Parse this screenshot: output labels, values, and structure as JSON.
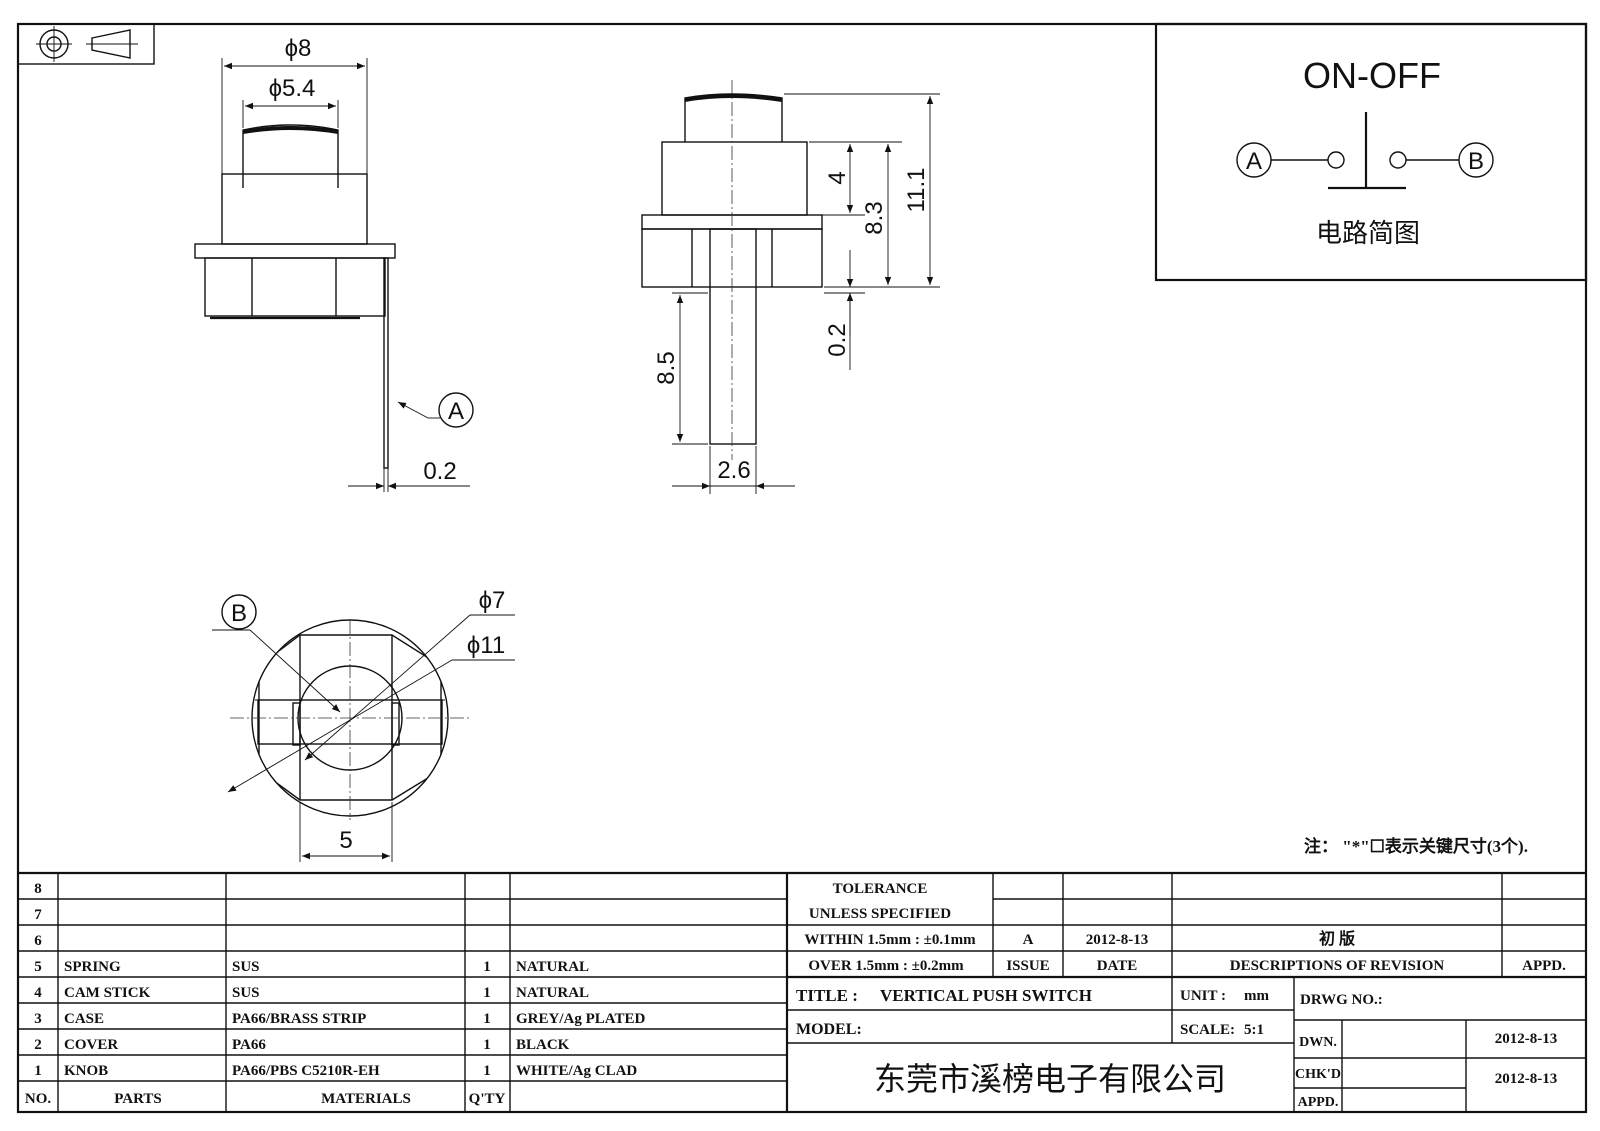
{
  "dimensions": {
    "front_outer_dia": "ϕ8",
    "front_knob_dia": "ϕ5.4",
    "front_terminal_thickness": "0.2",
    "side_knob_height": "4",
    "side_body_height": "8.3",
    "side_total_height": "11.1",
    "side_gap": "0.2",
    "side_pin_length": "8.5",
    "side_pin_width": "2.6",
    "bottom_inner_dia": "ϕ7",
    "bottom_outer_dia": "ϕ11",
    "bottom_flat_width": "5"
  },
  "callouts": {
    "a": "A",
    "b": "B"
  },
  "circuit": {
    "title": "ON-OFF",
    "terminal_a": "A",
    "terminal_b": "B",
    "caption": "电路简图"
  },
  "note": "注： \"*\"☐表示关键尺寸(3个).",
  "parts_table": {
    "rows": [
      {
        "no": "8",
        "part": "",
        "material": "",
        "qty": "",
        "finish": ""
      },
      {
        "no": "7",
        "part": "",
        "material": "",
        "qty": "",
        "finish": ""
      },
      {
        "no": "6",
        "part": "",
        "material": "",
        "qty": "",
        "finish": ""
      },
      {
        "no": "5",
        "part": "SPRING",
        "material": "SUS",
        "qty": "1",
        "finish": "NATURAL"
      },
      {
        "no": "4",
        "part": "CAM STICK",
        "material": "SUS",
        "qty": "1",
        "finish": "NATURAL"
      },
      {
        "no": "3",
        "part": "CASE",
        "material": "PA66/BRASS STRIP",
        "qty": "1",
        "finish": "GREY/Ag PLATED"
      },
      {
        "no": "2",
        "part": "COVER",
        "material": "PA66",
        "qty": "1",
        "finish": "BLACK"
      },
      {
        "no": "1",
        "part": "KNOB",
        "material": "PA66/PBS C5210R-EH",
        "qty": "1",
        "finish": "WHITE/Ag CLAD"
      }
    ],
    "headers": {
      "no": "NO.",
      "parts": "PARTS",
      "materials": "MATERIALS",
      "qty": "Q'TY"
    }
  },
  "title_block": {
    "tolerance_line1": "TOLERANCE",
    "tolerance_line2": "UNLESS  SPECIFIED",
    "within": "WITHIN 1.5mm : ±0.1mm",
    "over": "OVER 1.5mm : ±0.2mm",
    "issue_value": "A",
    "date_value": "2012-8-13",
    "revision_desc": "初  版",
    "issue_label": "ISSUE",
    "date_label": "DATE",
    "desc_label": "DESCRIPTIONS OF REVISION",
    "appd_label": "APPD.",
    "title_label": "TITLE :",
    "title_value": "VERTICAL PUSH SWITCH",
    "unit_label": "UNIT :",
    "unit_value": "mm",
    "drwg_label": "DRWG NO.:",
    "model_label": "MODEL:",
    "scale_label": "SCALE:",
    "scale_value": "5:1",
    "dwn_label": "DWN.",
    "dwn_date": "2012-8-13",
    "chkd_label": "CHK'D",
    "chkd_date": "2012-8-13",
    "appd2_label": "APPD.",
    "company": "东莞市溪榜电子有限公司"
  }
}
